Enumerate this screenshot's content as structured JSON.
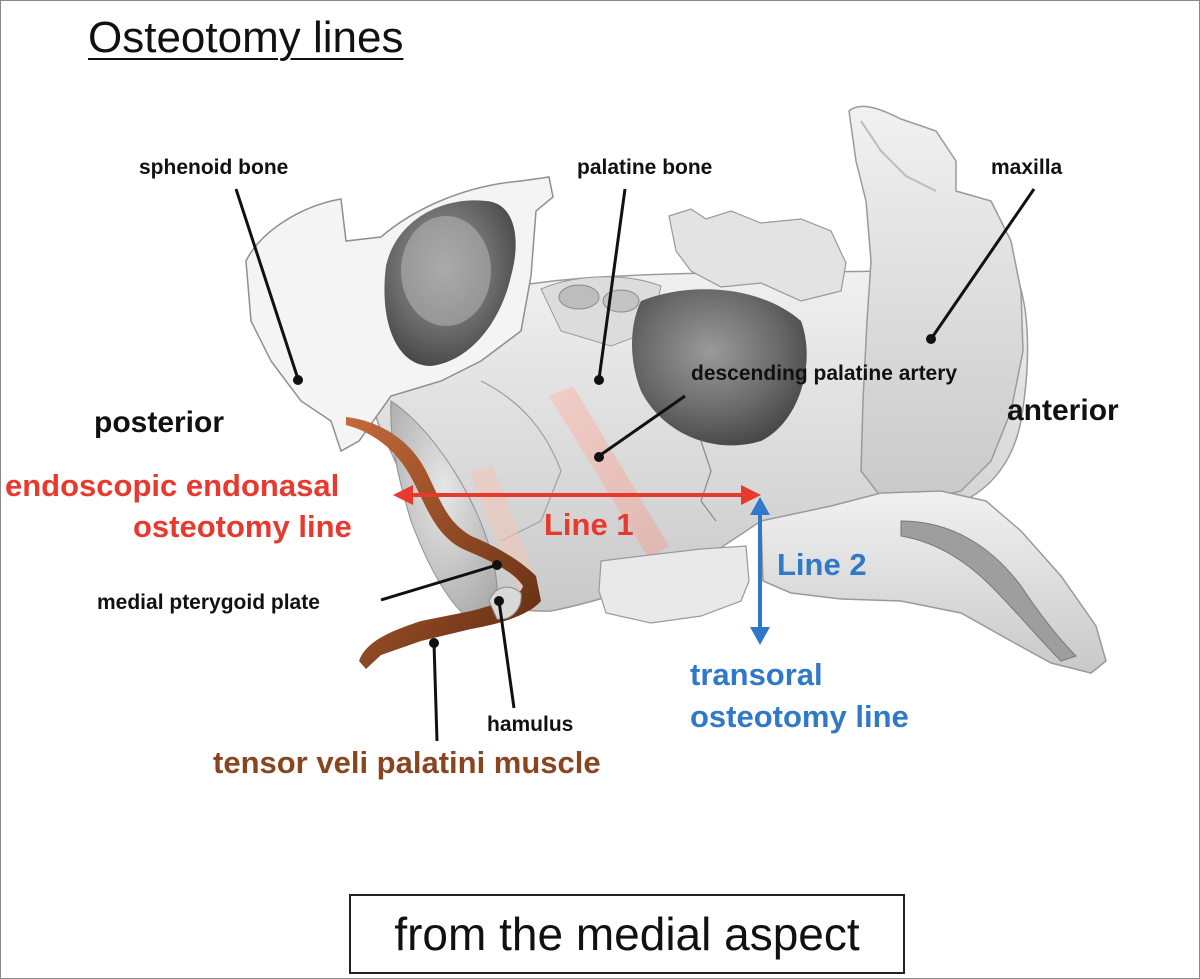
{
  "title": "Osteotomy lines",
  "labels": {
    "sphenoid_bone": "sphenoid bone",
    "palatine_bone": "palatine bone",
    "maxilla": "maxilla",
    "descending_palatine_artery": "descending palatine artery",
    "posterior": "posterior",
    "anterior": "anterior",
    "medial_pterygoid_plate": "medial pterygoid plate",
    "hamulus": "hamulus",
    "tensor_veli_palatini_muscle": "tensor veli palatini muscle"
  },
  "lines": {
    "line1_label": "Line 1",
    "line1_caption_a": "endoscopic endonasal",
    "line1_caption_b": "osteotomy line",
    "line2_label": "Line 2",
    "line2_caption_a": "transoral",
    "line2_caption_b": "osteotomy line"
  },
  "aspect": "from the medial aspect",
  "colors": {
    "line1": "#e8392e",
    "line2": "#2f79c8",
    "muscle": "#8a4520",
    "bone_light": "#ececec",
    "bone_shadow": "#8c8c8c",
    "bone_dark": "#555555"
  }
}
